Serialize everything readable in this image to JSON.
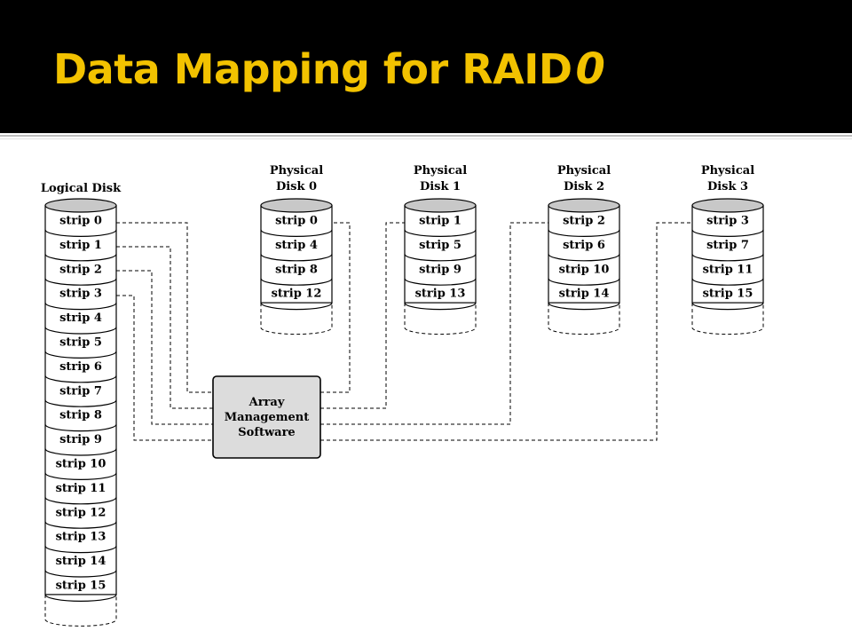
{
  "title": {
    "text": "Data Mapping for RAID",
    "number": "0"
  },
  "colors": {
    "title": "#f2c200",
    "background": "#ffffff",
    "title_bar": "#000000",
    "box_fill": "#dcdcdc"
  },
  "logical_disk": {
    "label": "Logical Disk",
    "strips": [
      "strip 0",
      "strip 1",
      "strip 2",
      "strip 3",
      "strip 4",
      "strip 5",
      "strip 6",
      "strip 7",
      "strip 8",
      "strip 9",
      "strip 10",
      "strip 11",
      "strip 12",
      "strip 13",
      "strip 14",
      "strip 15"
    ]
  },
  "physical_disks": [
    {
      "label_line1": "Physical",
      "label_line2": "Disk 0",
      "strips": [
        "strip 0",
        "strip 4",
        "strip 8",
        "strip 12"
      ]
    },
    {
      "label_line1": "Physical",
      "label_line2": "Disk 1",
      "strips": [
        "strip 1",
        "strip 5",
        "strip 9",
        "strip 13"
      ]
    },
    {
      "label_line1": "Physical",
      "label_line2": "Disk 2",
      "strips": [
        "strip 2",
        "strip 6",
        "strip 10",
        "strip 14"
      ]
    },
    {
      "label_line1": "Physical",
      "label_line2": "Disk 3",
      "strips": [
        "strip 3",
        "strip 7",
        "strip 11",
        "strip 15"
      ]
    }
  ],
  "software_box": {
    "line1": "Array",
    "line2": "Management",
    "line3": "Software"
  }
}
